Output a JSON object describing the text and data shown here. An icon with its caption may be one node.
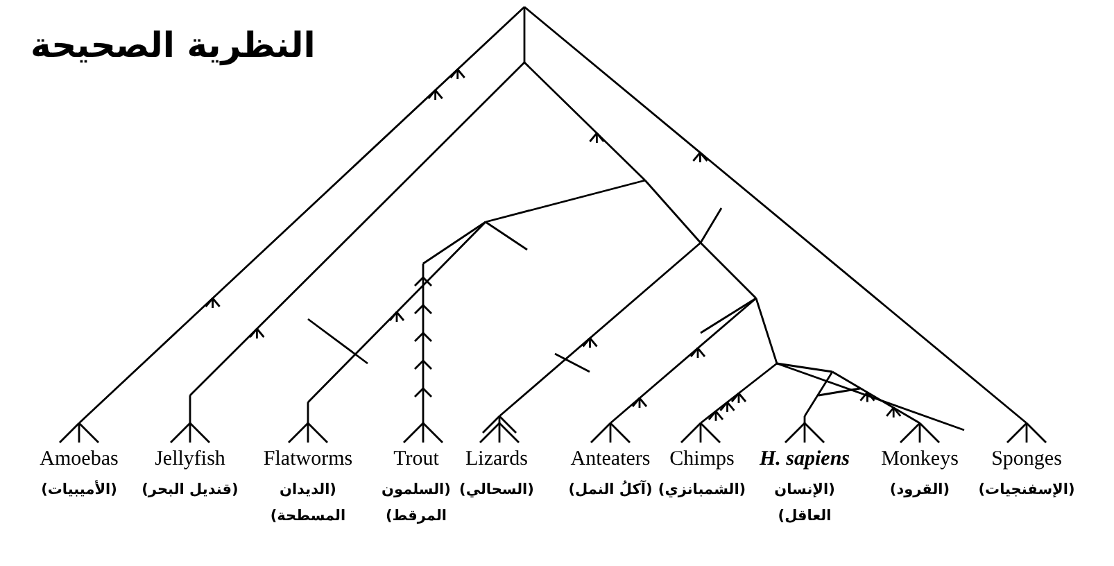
{
  "diagram": {
    "title": "النظرية الصحيحة",
    "labels": [
      "Amoebas",
      "(الأميبيات)",
      "Jellyfish",
      "(قنديل البحر)",
      "Flatworms",
      "(الديدان المسطحة)",
      "Trout",
      "(السلمون المرقط)",
      "Lizards",
      "(السحالي)",
      "Anteaters",
      "(آكلُ النمل)",
      "Chimps",
      "(الشمبانزي)",
      "H. sapiens",
      "(الإنسان العاقل)",
      "Monkeys",
      "(القرود)",
      "Sponges",
      "(الإسفنجيات)"
    ]
  }
}
